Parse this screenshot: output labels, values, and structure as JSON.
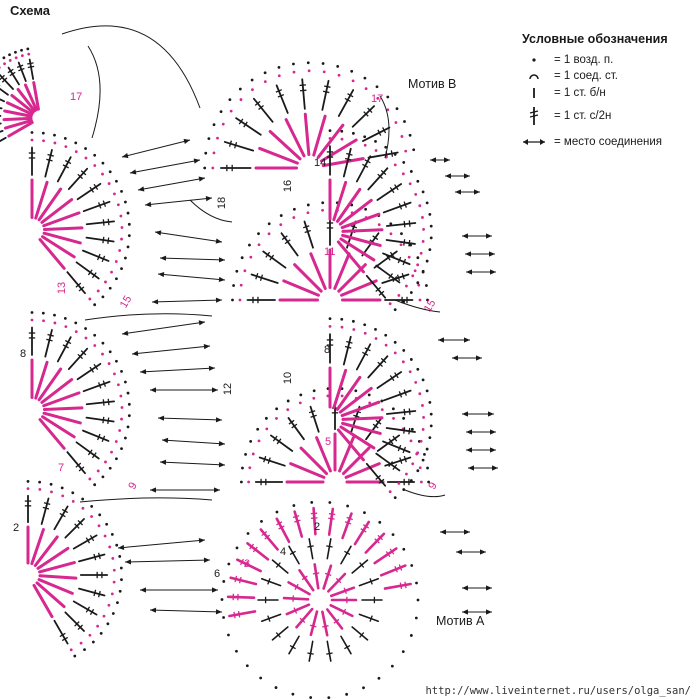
{
  "title": "Схема",
  "colors": {
    "pink": "#d6288f",
    "black": "#1a1a1a"
  },
  "legend": {
    "title": "Условные обозначения",
    "items": [
      {
        "symbol": "chain-dot-icon",
        "text": "= 1 возд. п."
      },
      {
        "symbol": "slip-stitch-arc-icon",
        "text": "= 1 соед. ст."
      },
      {
        "symbol": "single-crochet-icon",
        "text": "= 1 ст. б/н"
      },
      {
        "symbol": "half-double-crochet-icon",
        "text": "= 1 ст. с/2н"
      },
      {
        "symbol": "double-arrow-icon",
        "text": "= место соединения"
      }
    ]
  },
  "motifs": {
    "b": "Мотив B",
    "a": "Мотив А"
  },
  "row_numbers": {
    "r17a": "17",
    "r17b": "17",
    "r14": "14",
    "r16": "16",
    "r18": "18",
    "r13": "13",
    "r15a": "15",
    "r11": "11",
    "r15b": "15",
    "r8a": "8",
    "r12": "12",
    "r10": "10",
    "r8b": "8",
    "r7": "7",
    "r9a": "9",
    "r5": "5",
    "r9b": "9",
    "r2a": "2",
    "r2b": "2",
    "r4": "4",
    "r6": "6",
    "r3": "3"
  },
  "url": "http://www.liveinternet.ru/users/olga_san/"
}
